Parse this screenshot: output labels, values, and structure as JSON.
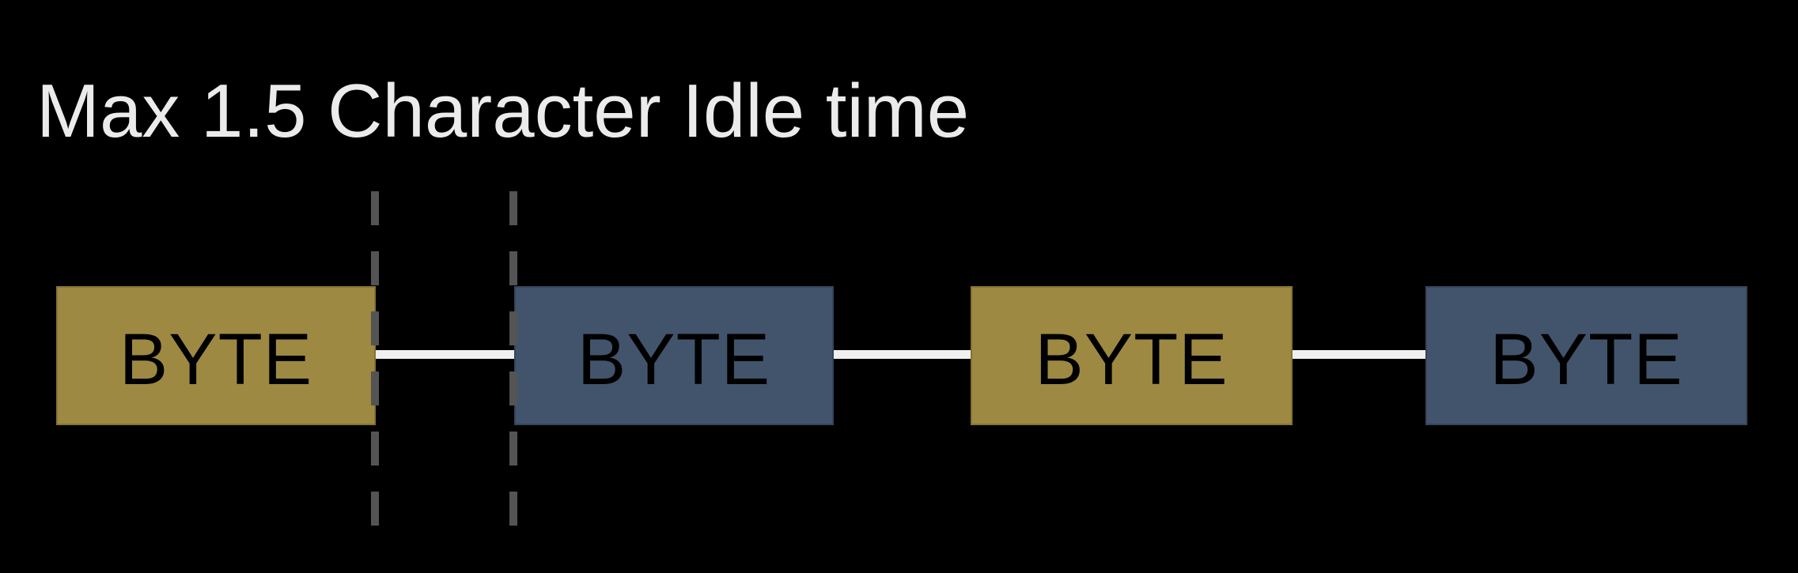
{
  "title": "Max 1.5 Character Idle time",
  "boxes": [
    {
      "label": "BYTE",
      "variant": "gold"
    },
    {
      "label": "BYTE",
      "variant": "blue"
    },
    {
      "label": "BYTE",
      "variant": "gold"
    },
    {
      "label": "BYTE",
      "variant": "blue"
    }
  ],
  "colors": {
    "background": "#000000",
    "title_text": "#EBEBEB",
    "byte_box_gold": "#9E8942",
    "byte_box_blue": "#42546B",
    "byte_label_text": "#000000",
    "connector_line": "#F0F0F0",
    "idle_gap_dashed_line": "#545454"
  }
}
